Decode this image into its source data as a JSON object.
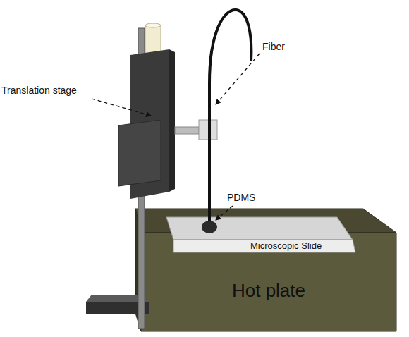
{
  "diagram": {
    "nodes": [
      {
        "text": [
          "Microscopic Slide"
        ]
      },
      {
        "text": [
          "Hot plate"
        ]
      }
    ],
    "labels": [
      "Translation stage",
      "Fiber",
      "PDMS"
    ]
  }
}
